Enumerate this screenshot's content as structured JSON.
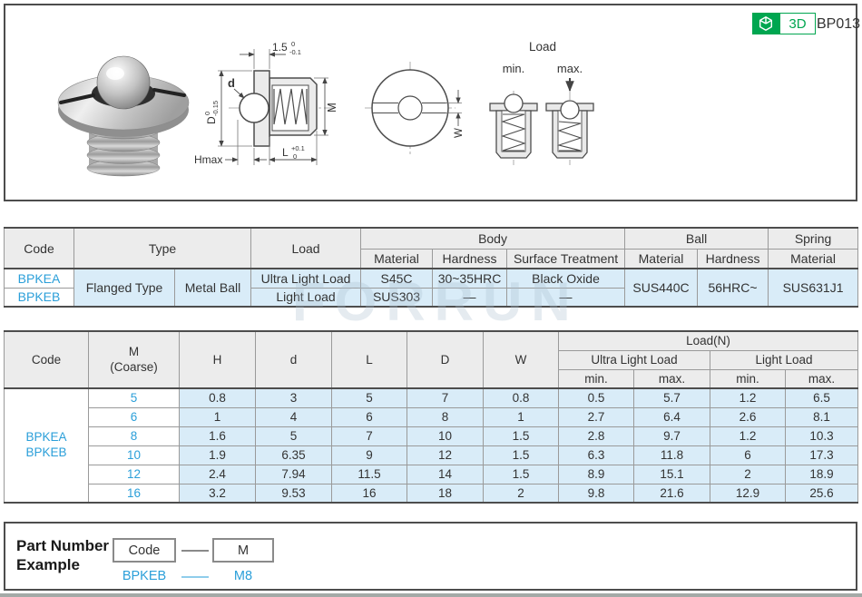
{
  "header": {
    "badge_3d": "3D",
    "part_code": "BP013"
  },
  "colors": {
    "accent_blue": "#2b9fd9",
    "badge_green": "#00a650",
    "cell_blue": "#d9ecf8",
    "header_gray": "#ececec"
  },
  "watermark": "FORRUN",
  "drawing": {
    "dim_flange_thickness": {
      "value": "1.5",
      "tol_upper": "0",
      "tol_lower": "-0.1"
    },
    "label_ball_dia": "d",
    "dim_flange_dia": {
      "value": "D",
      "tol_upper": "0",
      "tol_lower": "-0.15"
    },
    "label_thread": "M",
    "label_height": "Hmax",
    "dim_length": {
      "value": "L",
      "tol_upper": "+0.1",
      "tol_lower": "0"
    },
    "label_slot_width": "W",
    "load_diagram": {
      "title": "Load",
      "min_label": "min.",
      "max_label": "max."
    }
  },
  "table1": {
    "h": {
      "code": "Code",
      "type": "Type",
      "load": "Load",
      "body": "Body",
      "ball": "Ball",
      "spring": "Spring",
      "material": "Material",
      "hardness": "Hardness",
      "surface": "Surface Treatment"
    },
    "shared": {
      "type1": "Flanged Type",
      "type2": "Metal Ball",
      "ball_mat": "SUS440C",
      "ball_hard": "56HRC~",
      "spring_mat": "SUS631J1"
    },
    "r1": {
      "code": "BPKEA",
      "load": "Ultra Light Load",
      "bmat": "S45C",
      "bhard": "30~35HRC",
      "surf": "Black Oxide"
    },
    "r2": {
      "code": "BPKEB",
      "load": "Light Load",
      "bmat": "SUS303",
      "bhard": "—",
      "surf": "—"
    }
  },
  "table2": {
    "h": {
      "code": "Code",
      "m": "M\n(Coarse)",
      "hcol": "H",
      "d": "d",
      "l": "L",
      "dia": "D",
      "w": "W",
      "load_n": "Load(N)",
      "ultra": "Ultra Light Load",
      "light": "Light Load",
      "min": "min.",
      "max": "max."
    },
    "code_cell": "BPKEA\nBPKEB",
    "rows": [
      {
        "m": "5",
        "v": [
          "0.8",
          "3",
          "5",
          "7",
          "0.8",
          "0.5",
          "5.7",
          "1.2",
          "6.5"
        ]
      },
      {
        "m": "6",
        "v": [
          "1",
          "4",
          "6",
          "8",
          "1",
          "2.7",
          "6.4",
          "2.6",
          "8.1"
        ]
      },
      {
        "m": "8",
        "v": [
          "1.6",
          "5",
          "7",
          "10",
          "1.5",
          "2.8",
          "9.7",
          "1.2",
          "10.3"
        ]
      },
      {
        "m": "10",
        "v": [
          "1.9",
          "6.35",
          "9",
          "12",
          "1.5",
          "6.3",
          "11.8",
          "6",
          "17.3"
        ]
      },
      {
        "m": "12",
        "v": [
          "2.4",
          "7.94",
          "11.5",
          "14",
          "1.5",
          "8.9",
          "15.1",
          "2",
          "18.9"
        ]
      },
      {
        "m": "16",
        "v": [
          "3.2",
          "9.53",
          "16",
          "18",
          "2",
          "9.8",
          "21.6",
          "12.9",
          "25.6"
        ]
      }
    ]
  },
  "part_number_example": {
    "label": "Part Number\nExample",
    "code_box": "Code",
    "m_box": "M",
    "code_value": "BPKEB",
    "m_value": "M8"
  }
}
